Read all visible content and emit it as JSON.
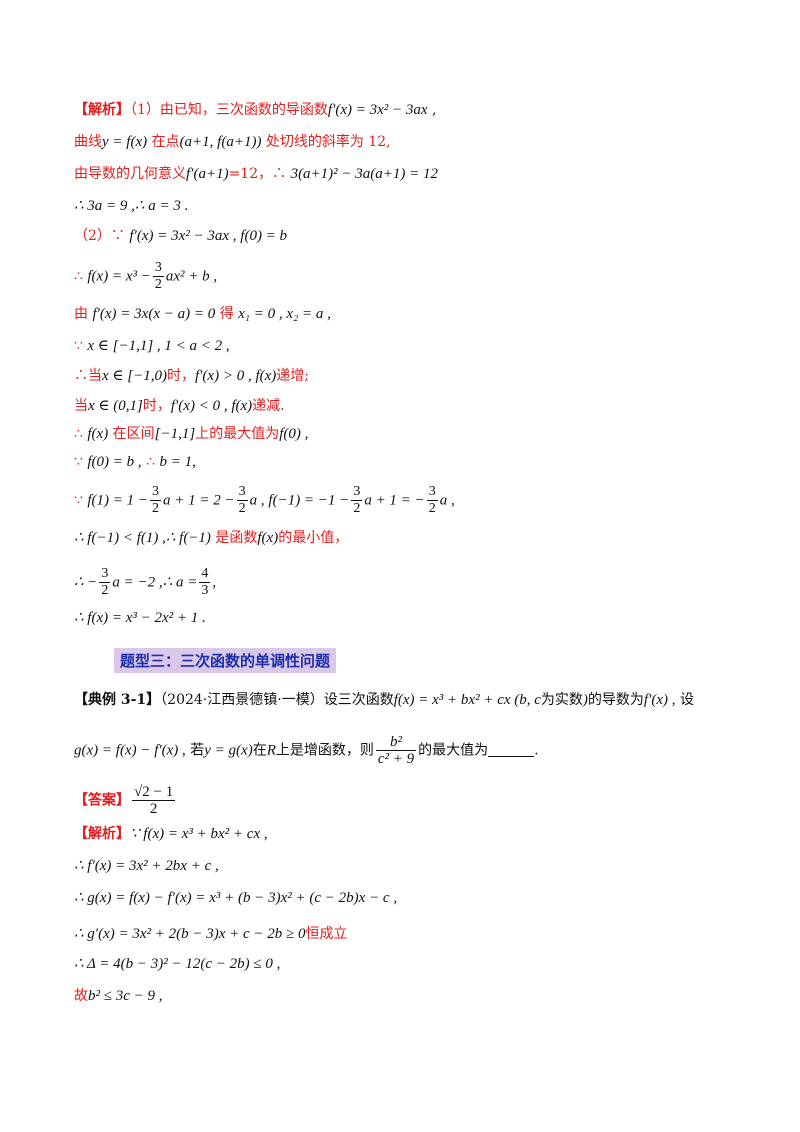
{
  "part1": {
    "tag": "【解析】",
    "l1_text": "（1）由已知，三次函数的导函数",
    "l1_math": "f′(x) = 3x² − 3ax",
    "l2_a": "曲线",
    "l2_m1": "y = f(x)",
    "l2_b": "在点",
    "l2_m2": "(a+1, f(a+1))",
    "l2_c": "处切线的斜率为 12,",
    "l3_a": "由导数的几何意义",
    "l3_m1": "f′(a+1)",
    "l3_b": "=12，∴",
    "l3_m2": "3(a+1)² − 3a(a+1) = 12",
    "l4": "∴ 3a = 9 ,∴ a = 3 ."
  },
  "part2": {
    "l1_a": "（2）∵",
    "l1_m": "f′(x) = 3x² − 3ax , f(0) = b",
    "l2_a": "∴",
    "l2_m1": "f(x) = x³ −",
    "l2_frac_n": "3",
    "l2_frac_d": "2",
    "l2_m2": "ax² + b ,",
    "l3_a": "由",
    "l3_m1": "f′(x) = 3x(x − a) = 0",
    "l3_b": "得",
    "l3_m2": "x₁ = 0 , x₂ = a ,",
    "l4_a": "∵",
    "l4_m": "x ∈ [−1,1] ,   1 < a < 2 ,",
    "l5_a": "∴当",
    "l5_m1": "x ∈ [−1,0)",
    "l5_b": "时，",
    "l5_m2": "f′(x) > 0 ,   f(x)",
    "l5_c": "递增;",
    "l6_a": "当",
    "l6_m1": "x ∈ (0,1]",
    "l6_b": "时，",
    "l6_m2": "f′(x) < 0 ,   f(x)",
    "l6_c": "递减.",
    "l7_a": "∴",
    "l7_m1": "f(x)",
    "l7_b": "在区间",
    "l7_m2": "[−1,1]",
    "l7_c": "上的最大值为",
    "l7_m3": "f(0) ,",
    "l8_a": "∵",
    "l8_m1": "f(0) = b ,",
    "l8_b": "∴",
    "l8_m2": "b = 1,",
    "l9_a": "∵",
    "l9_m1": "f(1) = 1 −",
    "l9_m2": "a + 1 = 2 −",
    "l9_m3": "a ,  f(−1) = −1 −",
    "l9_m4": "a + 1 = −",
    "l9_m5": "a ,",
    "l9_fn": "3",
    "l9_fd": "2",
    "l10_m1": "∴ f(−1) < f(1) ,∴ f(−1)",
    "l10_b": "是函数",
    "l10_m2": "f(x)",
    "l10_c": "的最小值，",
    "l11_m1": "∴ −",
    "l11_m2": "a = −2 ,∴ a =",
    "l11_m3": ",",
    "l11_fn1": "3",
    "l11_fd1": "2",
    "l11_fn2": "4",
    "l11_fd2": "3",
    "l12": "∴ f(x) = x³ − 2x² + 1 ."
  },
  "section_title": "题型三：三次函数的单调性问题",
  "example": {
    "label": "【典例 3-1】",
    "source": "（2024·江西景德镇·一模）设三次函数",
    "m1": "f(x) = x³ + bx² + cx (b, c",
    "t1": "为实数",
    "m2": ")",
    "t2": "的导数为",
    "m3": "f′(x) ,",
    "t3": "设",
    "l2_m1": "g(x) = f(x) − f′(x) ,",
    "l2_t1": "若",
    "l2_m2": "y = g(x)",
    "l2_t2": "在",
    "l2_m3": "R",
    "l2_t3": "上是增函数，则",
    "l2_fn": "b²",
    "l2_fd": "c² + 9",
    "l2_t4": "的最大值为",
    "l2_end": "."
  },
  "answer": {
    "tag": "【答案】",
    "frac_n": "√2 − 1",
    "frac_d": "2"
  },
  "solution": {
    "tag": "【解析】",
    "l1": "∵  f(x) = x³ + bx² + cx ,",
    "l2": "∴ f′(x) = 3x² + 2bx + c ,",
    "l3": "∴  g(x) = f(x) − f′(x) = x³ + (b − 3)x² + (c − 2b)x − c ,",
    "l4_m": "∴ g′(x) = 3x² + 2(b − 3)x + c − 2b ≥ 0",
    "l4_t": "恒成立",
    "l5": "∴ Δ = 4(b − 3)² − 12(c − 2b) ≤ 0 ,",
    "l6_t": "故",
    "l6_m": "b² ≤ 3c − 9 ,"
  }
}
